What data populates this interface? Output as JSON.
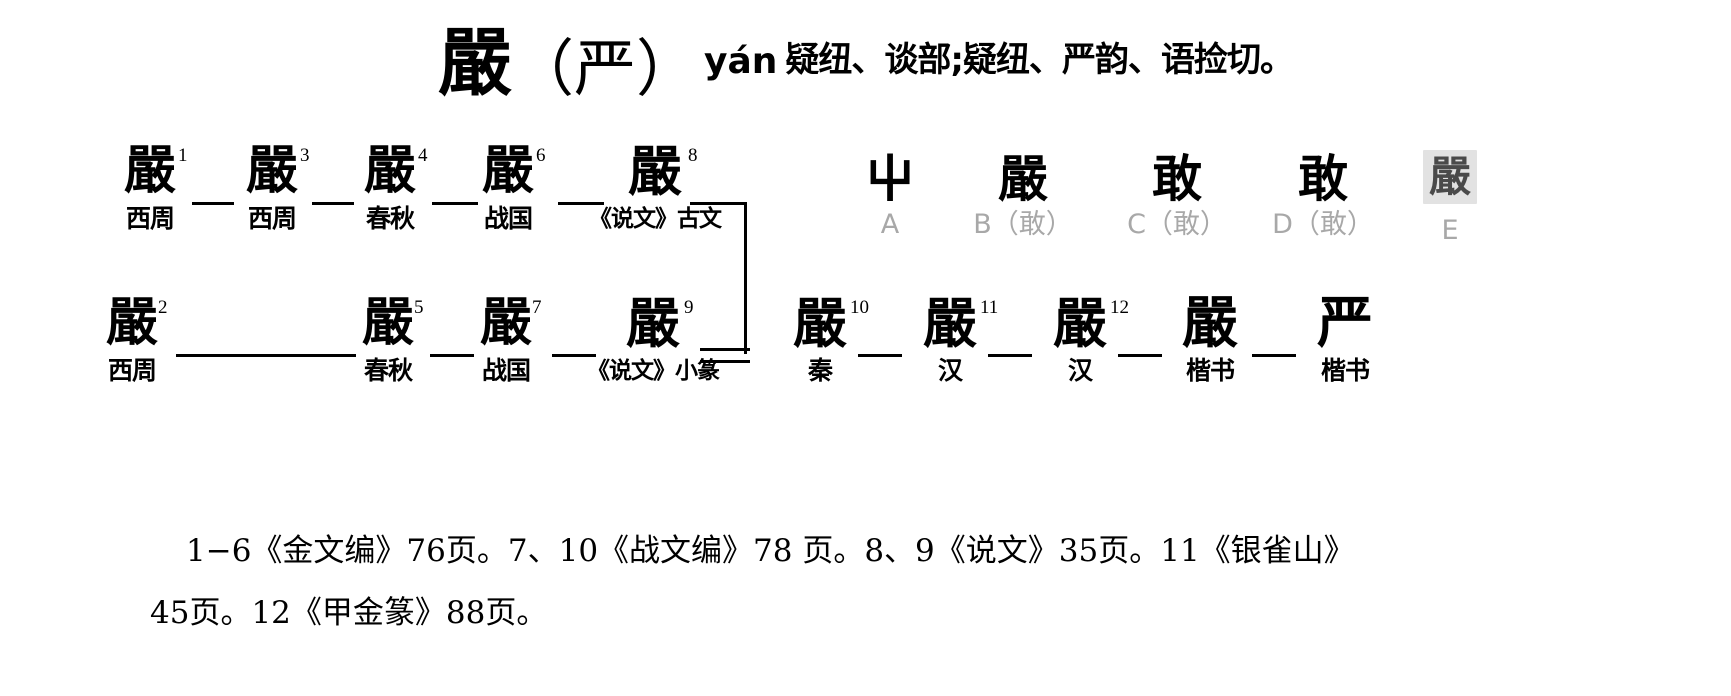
{
  "page": {
    "headword": "嚴",
    "variant_open": "（",
    "variant": "严",
    "variant_close": "）",
    "pinyin": "yán",
    "gloss": "疑纽、谈部;疑纽、严韵、语捡切。"
  },
  "chart_data": {
    "type": "table",
    "title": "嚴（严）字形演变表",
    "top_row": [
      {
        "index": "1",
        "glyph": "嚴",
        "era": "西周"
      },
      {
        "index": "3",
        "glyph": "嚴",
        "era": "西周"
      },
      {
        "index": "4",
        "glyph": "嚴",
        "era": "春秋"
      },
      {
        "index": "6",
        "glyph": "嚴",
        "era": "战国"
      },
      {
        "index": "8",
        "glyph": "嚴",
        "era": "《说文》古文"
      }
    ],
    "bottom_row": [
      {
        "index": "2",
        "glyph": "嚴",
        "era": "西周"
      },
      {
        "index": "5",
        "glyph": "嚴",
        "era": "春秋"
      },
      {
        "index": "7",
        "glyph": "嚴",
        "era": "战国"
      },
      {
        "index": "9",
        "glyph": "嚴",
        "era": "《说文》小篆"
      },
      {
        "index": "10",
        "glyph": "嚴",
        "era": "秦"
      },
      {
        "index": "11",
        "glyph": "嚴",
        "era": "汉"
      },
      {
        "index": "12",
        "glyph": "嚴",
        "era": "汉"
      },
      {
        "index": "",
        "glyph": "嚴",
        "era": "楷书"
      },
      {
        "index": "",
        "glyph": "严",
        "era": "楷书"
      }
    ],
    "related_group": [
      {
        "label": "A",
        "glyph": "屮"
      },
      {
        "label": "B（敢）",
        "glyph": "嚴"
      },
      {
        "label": "C（敢）",
        "glyph": "敢"
      },
      {
        "label": "D（敢）",
        "glyph": "敢"
      },
      {
        "label": "E",
        "glyph": "嚴"
      }
    ]
  },
  "footnote": {
    "line1": "1−6《金文编》76页。7、10《战文编》78 页。8、9《说文》35页。11《银雀山》",
    "line2": "45页。12《甲金篆》88页。"
  }
}
